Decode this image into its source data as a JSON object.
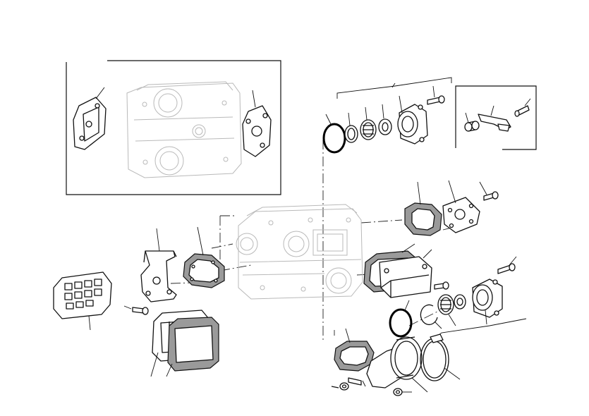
{
  "diagram": {
    "kind": "exploded-parts-view",
    "labels": [],
    "inset_panels": [
      "housing-detail-inset",
      "bracket-detail-inset"
    ],
    "parts": [
      "engine-block",
      "reed-valve-cage",
      "reed-plate",
      "intake-gasket",
      "mounting-bracket",
      "bracket-gasket",
      "bearing-retainer-ring",
      "circlip",
      "needle-bearing",
      "spacer-washer",
      "bearing-housing",
      "housing-bolt",
      "cover-plate",
      "cover-gasket",
      "flange-gasket",
      "intake-manifold",
      "hose-clamp",
      "manifold-stud"
    ],
    "colors": {
      "ink": "#111111",
      "ghost": "#b9b9b9",
      "gasket_fill": "#9a9a9a"
    }
  }
}
